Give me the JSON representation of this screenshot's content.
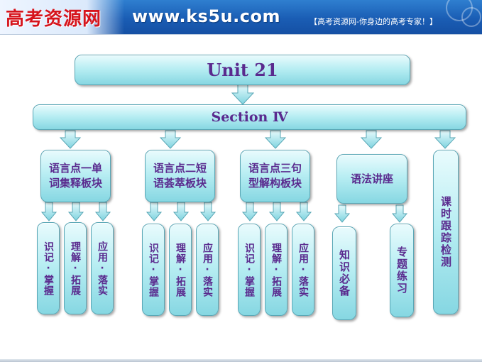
{
  "header": {
    "logo_text": "高考资源网",
    "url": "www.ks5u.com",
    "slogan": "【高考资源网-你身边的高考专家！】"
  },
  "diagram": {
    "title": "Unit 21",
    "section": "Section Ⅳ",
    "categories": [
      {
        "label": "语言点一单词集释板块",
        "children": [
          "识记·掌握",
          "理解·拓展",
          "应用·落实"
        ]
      },
      {
        "label": "语言点二短语荟萃板块",
        "children": [
          "识记·掌握",
          "理解·拓展",
          "应用·落实"
        ]
      },
      {
        "label": "语言点三句型解构板块",
        "children": [
          "识记·掌握",
          "理解·拓展",
          "应用·落实"
        ]
      },
      {
        "label": "语法讲座",
        "children": [
          "知识必备",
          "专题练习"
        ]
      },
      {
        "label": "课时跟踪检测",
        "children": []
      }
    ]
  },
  "colors": {
    "box_text": "#5a2a8e",
    "box_fill": "#b9eef3",
    "box_border": "#5aa7b6",
    "header_blue": "#1a5db4",
    "logo_red": "#d6141c"
  }
}
